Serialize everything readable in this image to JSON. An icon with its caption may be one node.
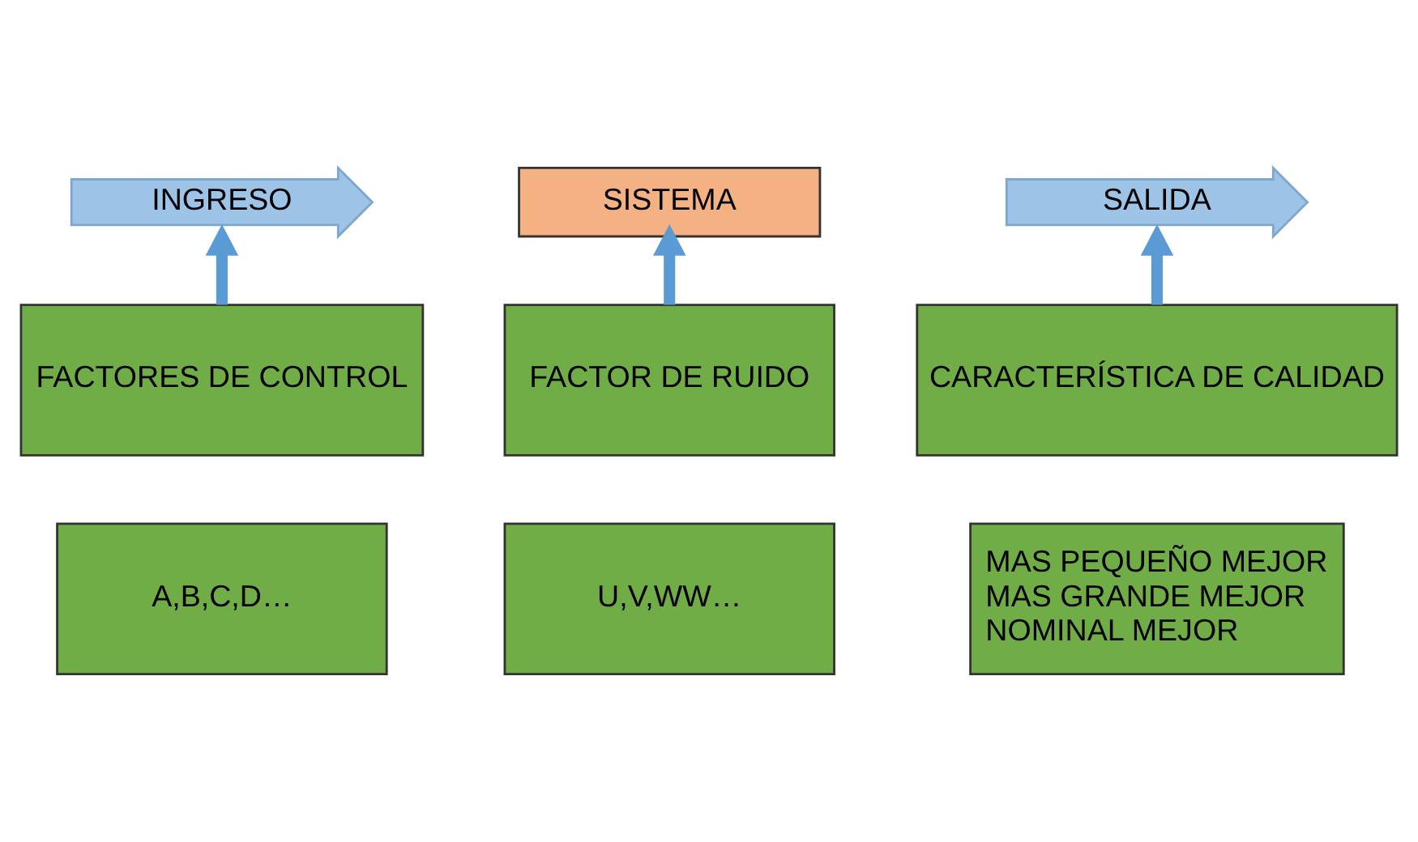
{
  "diagram": {
    "nodes": [
      {
        "text": [
          "INGRESO"
        ]
      },
      {
        "text": [
          "SISTEMA"
        ]
      },
      {
        "text": [
          "SALIDA"
        ]
      },
      {
        "text": [
          "FACTORES DE CONTROL"
        ]
      },
      {
        "text": [
          "FACTOR DE RUIDO"
        ]
      },
      {
        "text": [
          "CARACTERÍSTICA DE CALIDAD"
        ]
      },
      {
        "text": [
          "A,B,C,D…"
        ]
      },
      {
        "text": [
          "U,V,WW…"
        ]
      },
      {
        "text": [
          "MAS PEQUEÑO MEJOR",
          "MAS GRANDE MEJOR",
          "NOMINAL MEJOR"
        ]
      }
    ],
    "edges": [
      {
        "from": 3,
        "to": 0,
        "arrow": "to"
      },
      {
        "from": 4,
        "to": 1,
        "arrow": "to"
      },
      {
        "from": 5,
        "to": 2,
        "arrow": "to"
      }
    ]
  }
}
